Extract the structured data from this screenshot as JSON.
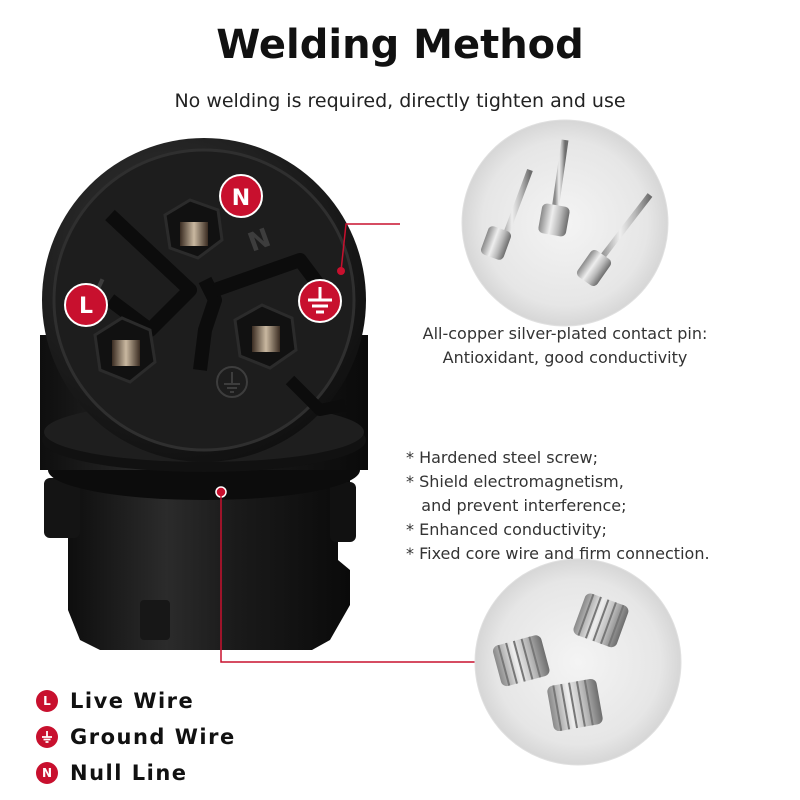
{
  "header": {
    "title": "Welding Method",
    "subtitle": "No welding is required, directly tighten and use"
  },
  "connector_badges": {
    "n": "N",
    "l": "L"
  },
  "pin_caption": {
    "line1": "All-copper silver-plated contact pin:",
    "line2": "Antioxidant, good conductivity"
  },
  "features": [
    "* Hardened steel screw;",
    "* Shield electromagnetism,",
    "   and prevent interference;",
    "* Enhanced conductivity;",
    "* Fixed core wire and firm connection."
  ],
  "legend": [
    {
      "badge": "L",
      "label": "Live Wire"
    },
    {
      "badge": "",
      "label": "Ground Wire",
      "icon": "ground-icon"
    },
    {
      "badge": "N",
      "label": "Null Line"
    }
  ],
  "colors": {
    "accent_red": "#c8102e",
    "connector_body": "#1c1c1c"
  }
}
